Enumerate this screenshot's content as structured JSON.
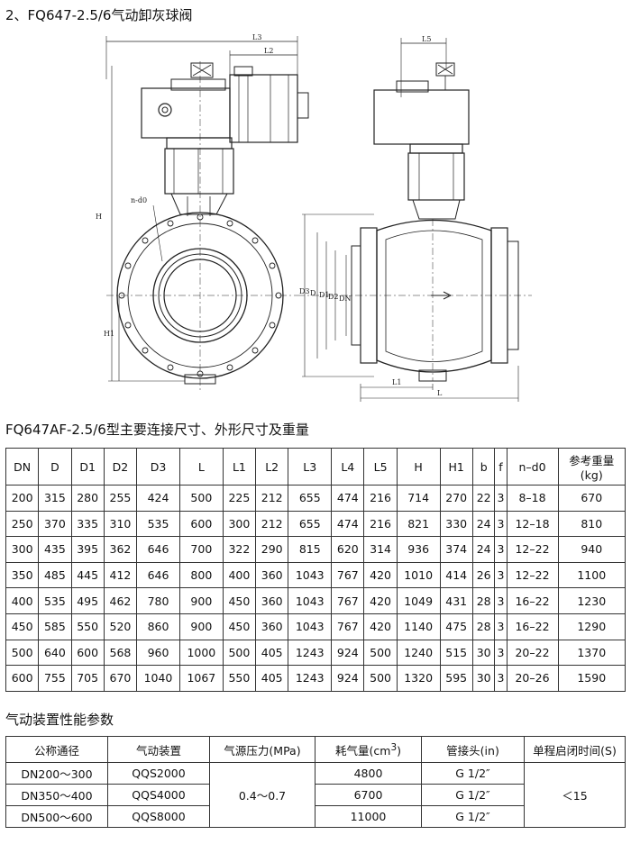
{
  "title": "2、FQ647-2.5/6气动卸灰球阀",
  "drawing": {
    "labels": {
      "L3": "L3",
      "L2": "L2",
      "L5": "L5",
      "H": "H",
      "H1": "H1",
      "nd0": "n-d0",
      "D": "D",
      "D1": "D1",
      "D2": "D2",
      "D3": "D3",
      "DN": "DN",
      "L1": "L1",
      "L": "L"
    }
  },
  "spec_table": {
    "title": "FQ647AF-2.5/6型主要连接尺寸、外形尺寸及重量",
    "headers": [
      "DN",
      "D",
      "D1",
      "D2",
      "D3",
      "L",
      "L1",
      "L2",
      "L3",
      "L4",
      "L5",
      "H",
      "H1",
      "b",
      "f",
      "n–d0"
    ],
    "weight_header": [
      "参考重量",
      "(kg)"
    ],
    "rows": [
      [
        "200",
        "315",
        "280",
        "255",
        "424",
        "500",
        "225",
        "212",
        "655",
        "474",
        "216",
        "714",
        "270",
        "22",
        "3",
        "8–18",
        "670"
      ],
      [
        "250",
        "370",
        "335",
        "310",
        "535",
        "600",
        "300",
        "212",
        "655",
        "474",
        "216",
        "821",
        "330",
        "24",
        "3",
        "12–18",
        "810"
      ],
      [
        "300",
        "435",
        "395",
        "362",
        "646",
        "700",
        "322",
        "290",
        "815",
        "620",
        "314",
        "936",
        "374",
        "24",
        "3",
        "12–22",
        "940"
      ],
      [
        "350",
        "485",
        "445",
        "412",
        "646",
        "800",
        "400",
        "360",
        "1043",
        "767",
        "420",
        "1010",
        "414",
        "26",
        "3",
        "12–22",
        "1100"
      ],
      [
        "400",
        "535",
        "495",
        "462",
        "780",
        "900",
        "450",
        "360",
        "1043",
        "767",
        "420",
        "1049",
        "431",
        "28",
        "3",
        "16–22",
        "1230"
      ],
      [
        "450",
        "585",
        "550",
        "520",
        "860",
        "900",
        "450",
        "360",
        "1043",
        "767",
        "420",
        "1140",
        "475",
        "28",
        "3",
        "16–22",
        "1290"
      ],
      [
        "500",
        "640",
        "600",
        "568",
        "960",
        "1000",
        "500",
        "405",
        "1243",
        "924",
        "500",
        "1240",
        "515",
        "30",
        "3",
        "20–22",
        "1370"
      ],
      [
        "600",
        "755",
        "705",
        "670",
        "1040",
        "1067",
        "550",
        "405",
        "1243",
        "924",
        "500",
        "1320",
        "595",
        "30",
        "3",
        "20–26",
        "1590"
      ]
    ]
  },
  "actuator_table": {
    "title": "气动装置性能参数",
    "headers": {
      "nominal": "公称通径",
      "device": "气动装置",
      "pressure": "气源压力(MPa)",
      "air_prefix": "耗气量(cm",
      "air_sup": "3",
      "air_suffix": ")",
      "pipe": "管接头(in)",
      "time": "单程启闭时间(S)"
    },
    "rows": [
      {
        "nominal": "DN200～300",
        "device": "QQS2000",
        "air": "4800",
        "pipe": "G 1/2″"
      },
      {
        "nominal": "DN350～400",
        "device": "QQS4000",
        "air": "6700",
        "pipe": "G 1/2″"
      },
      {
        "nominal": "DN500～600",
        "device": "QQS8000",
        "air": "11000",
        "pipe": "G 1/2″"
      }
    ],
    "pressure": "0.4～0.7",
    "time": "＜15"
  }
}
